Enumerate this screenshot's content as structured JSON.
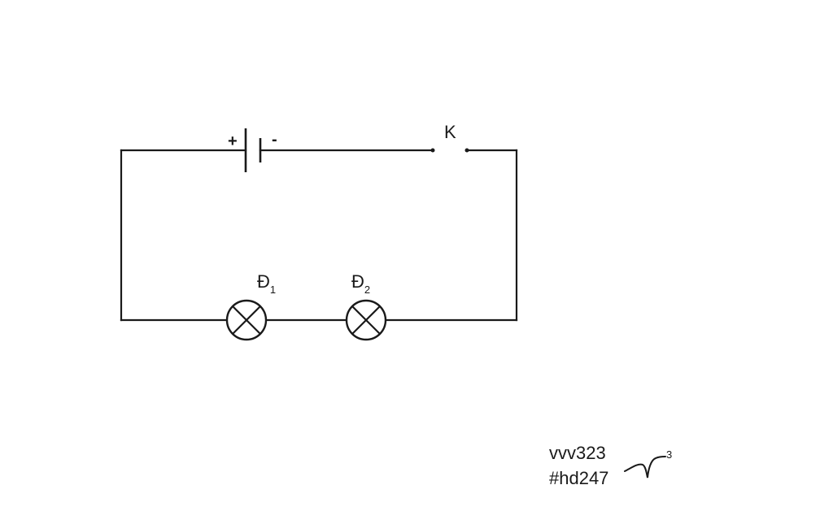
{
  "diagram": {
    "battery": {
      "plus_label": "+",
      "minus_label": "-"
    },
    "switch": {
      "label": "K"
    },
    "lamps": [
      {
        "label": "Đ",
        "sub": "1"
      },
      {
        "label": "Đ",
        "sub": "2"
      }
    ]
  },
  "signature": {
    "line1": "vvv323",
    "line2": "#hd247",
    "mark": "3"
  },
  "colors": {
    "ink": "#1a1a1a",
    "background": "#ffffff"
  }
}
